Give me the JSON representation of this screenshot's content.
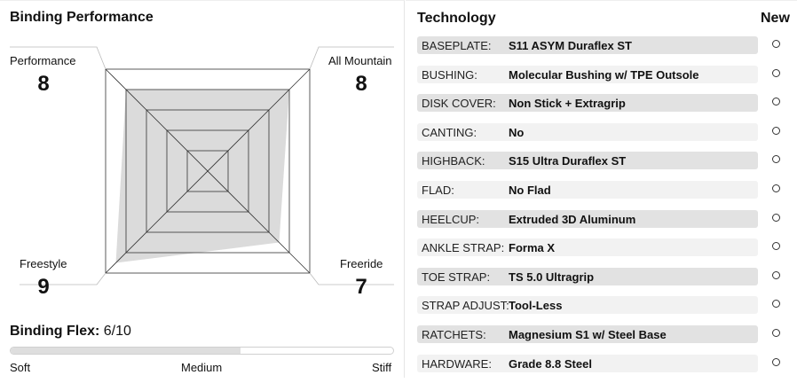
{
  "performance": {
    "title": "Binding Performance",
    "axes": [
      {
        "label": "Performance",
        "value": 8
      },
      {
        "label": "All Mountain",
        "value": 8
      },
      {
        "label": "Freeride",
        "value": 7
      },
      {
        "label": "Freestyle",
        "value": 9
      }
    ],
    "max": 10,
    "rings": 5,
    "colors": {
      "fill": "#d9d9d9",
      "grid": "#333333"
    }
  },
  "flex": {
    "label": "Binding Flex:",
    "value_text": "6/10",
    "value": 6,
    "max": 10,
    "scale": [
      "Soft",
      "Medium",
      "Stiff"
    ]
  },
  "technology": {
    "title": "Technology",
    "new_header": "New",
    "rows": [
      {
        "label": "BASEPLATE:",
        "value": "S11 ASYM Duraflex ST"
      },
      {
        "label": "BUSHING:",
        "value": "Molecular Bushing w/ TPE Outsole"
      },
      {
        "label": "DISK COVER:",
        "value": "Non Stick + Extragrip"
      },
      {
        "label": "CANTING:",
        "value": "No"
      },
      {
        "label": "HIGHBACK:",
        "value": "S15 Ultra Duraflex ST"
      },
      {
        "label": "FLAD:",
        "value": "No Flad"
      },
      {
        "label": "HEELCUP:",
        "value": "Extruded 3D Aluminum"
      },
      {
        "label": "ANKLE STRAP:",
        "value": "Forma X"
      },
      {
        "label": "TOE STRAP:",
        "value": "TS 5.0 Ultragrip"
      },
      {
        "label": "STRAP ADJUST:",
        "value": "Tool-Less"
      },
      {
        "label": "RATCHETS:",
        "value": "Magnesium S1 w/ Steel Base"
      },
      {
        "label": "HARDWARE:",
        "value": "Grade 8.8 Steel"
      }
    ]
  }
}
